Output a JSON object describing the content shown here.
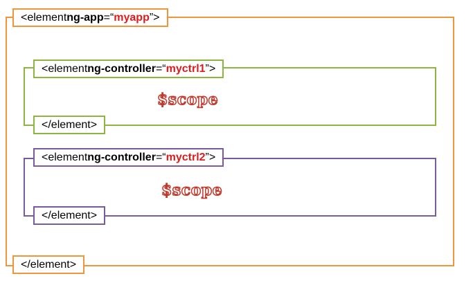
{
  "app_block": {
    "open_tag": {
      "prefix": "<element ",
      "attr": "ng-app",
      "eq": "=“",
      "value": "myapp",
      "suffix": "”>"
    },
    "close_tag": "</element>",
    "border_color": "#f0953a"
  },
  "controllers": [
    {
      "open_tag": {
        "prefix": "<element ",
        "attr": "ng-controller",
        "eq": "=“",
        "value": "myctrl1",
        "suffix": "”>"
      },
      "scope_label": "$scope",
      "close_tag": "</element>",
      "border_color": "#8db640"
    },
    {
      "open_tag": {
        "prefix": "<element ",
        "attr": "ng-controller",
        "eq": "=“",
        "value": "myctrl2",
        "suffix": "”>"
      },
      "scope_label": "$scope",
      "close_tag": "</element>",
      "border_color": "#7a5a9e"
    }
  ],
  "colors": {
    "value_text": "#e01b1b",
    "scope_text": "#c0392b"
  }
}
